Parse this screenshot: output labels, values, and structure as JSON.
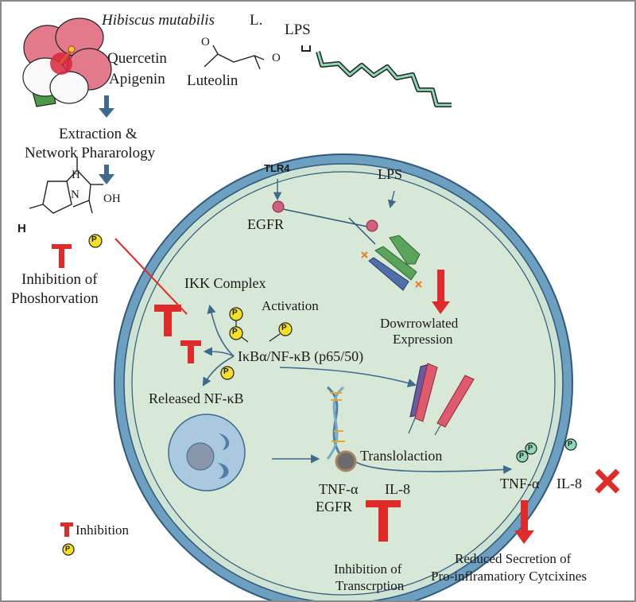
{
  "diagram": {
    "title_plant": "Hibiscus mutabilis",
    "title_suffix": "L.",
    "compounds": [
      "Quercetin",
      "Apigenin",
      "Luteolin"
    ],
    "lps_top": "LPS",
    "extraction": [
      "Extraction &",
      "Network Phararology"
    ],
    "molecule_labels": {
      "h": "H",
      "n": "N",
      "oh": "OH",
      "h_left": "H",
      "o1": "O",
      "o2": "O"
    },
    "inhibition_phosphorylation": [
      "Inhibition of",
      "Phoshorvation"
    ],
    "membrane": {
      "tlr4": "TLR4",
      "egfr": "EGFR",
      "lps": "LPS"
    },
    "ikk_complex": "IKK Complex",
    "activation": "Activation",
    "ikb_complex": "IκBα/NF-κB (p65/50)",
    "released": "Released NF-κB",
    "downregulated": [
      "Dowrrowlated",
      "Expression"
    ],
    "translocation": "Translolaction",
    "genes_inside": {
      "tnf": "TNF-α",
      "il8": "IL-8",
      "egfr": "EGFR"
    },
    "inhibition_transcription": [
      "Inhibition of",
      "Transcrption"
    ],
    "secreted": {
      "tnf": "TNF-α",
      "il8": "IL-8"
    },
    "reduced_secretion": [
      "Reduced Secretion of",
      "Pro-inflramatiory Cytcixines"
    ],
    "legend": {
      "inhibition": "Inhibition"
    },
    "phospho_label": "P",
    "colors": {
      "membrane_outer": "#6d9fc0",
      "cytoplasm": "#d7e8d6",
      "inhibit_red": "#e12a2a",
      "arrow_blue": "#3e6a8e",
      "phospho_yellow": "#f5e026",
      "lipid_green": "#8fd8b8"
    }
  }
}
